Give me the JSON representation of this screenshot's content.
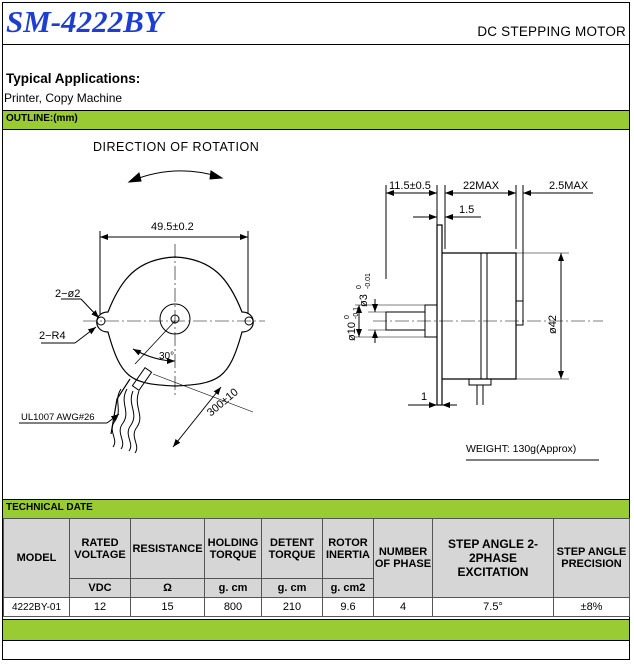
{
  "header": {
    "model_title": "SM-4222BY",
    "product_type": "DC STEPPING MOTOR"
  },
  "applications": {
    "heading": "Typical Applications:",
    "text": "Printer, Copy Machine"
  },
  "outline": {
    "label": "OUTLINE:(mm)",
    "direction_label": "DIRECTION OF ROTATION",
    "dim_width": "49.5±0.2",
    "dim_hole": "2−ø2",
    "dim_radius": "2−R4",
    "dim_angle": "30°",
    "dim_lead_length": "300±10",
    "wire_label": "UL1007  AWG#26",
    "dim_flange": "11.5±0.5",
    "dim_body": "22MAX",
    "dim_rear": "2.5MAX",
    "dim_step": "1.5",
    "dim_shaft": "ø3",
    "dim_shaft_tol": "-0.01",
    "dim_shaft_tol_top": "0",
    "dim_boss": "ø10",
    "dim_boss_tol": "-0.1",
    "dim_boss_tol_top": "0",
    "dim_diameter": "ø42",
    "dim_one": "1",
    "weight": "WEIGHT: 130g(Approx)"
  },
  "technical": {
    "label": "TECHNICAL DATE",
    "columns": [
      {
        "header": "MODEL",
        "unit": ""
      },
      {
        "header": "RATED VOLTAGE",
        "unit": "VDC"
      },
      {
        "header": "RESISTANCE",
        "unit": "Ω"
      },
      {
        "header": "HOLDING TORQUE",
        "unit": "g. cm"
      },
      {
        "header": "DETENT TORQUE",
        "unit": "g. cm"
      },
      {
        "header": "ROTOR INERTIA",
        "unit": "g. cm2"
      },
      {
        "header": "NUMBER OF PHASE",
        "unit": ""
      },
      {
        "header": "STEP ANGLE 2-2PHASE EXCITATION",
        "unit": ""
      },
      {
        "header": "STEP ANGLE PRECISION",
        "unit": ""
      }
    ],
    "rows": [
      [
        "4222BY-01",
        "12",
        "15",
        "800",
        "210",
        "9.6",
        "4",
        "7.5°",
        "±8%"
      ]
    ]
  },
  "colors": {
    "title_blue": "#1d3fd0",
    "bar_green": "#99cc33",
    "header_gray": "#d6d6d6"
  }
}
